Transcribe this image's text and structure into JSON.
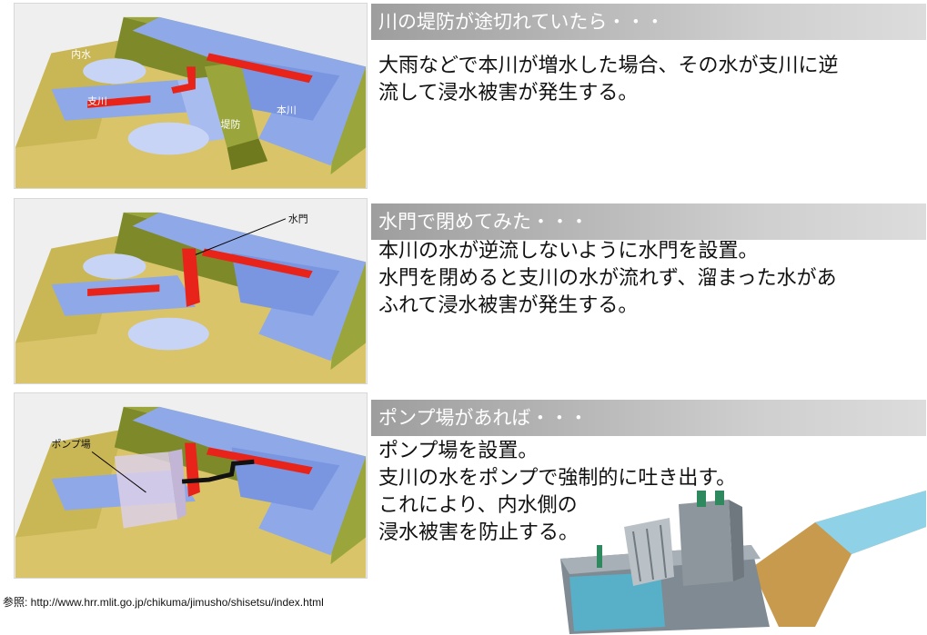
{
  "panels": [
    {
      "heading": "川の堤防が途切れていたら・・・",
      "lines": [
        "大雨などで本川が増水した場合、その水が支川に逆",
        "流して浸水被害が発生する。"
      ],
      "labels": {
        "inner": "内水",
        "tributary": "支川",
        "levee": "堤防",
        "main": "本川"
      }
    },
    {
      "heading": "水門で閉めてみた・・・",
      "lines": [
        "本川の水が逆流しないように水門を設置。",
        "水門を閉めると支川の水が流れず、溜まった水があ",
        "ふれて浸水被害が発生する。"
      ],
      "labels": {
        "gate": "水門"
      }
    },
    {
      "heading": "ポンプ場があれば・・・",
      "lines": [
        "ポンプ場を設置。",
        "支川の水をポンプで強制的に吐き出す。",
        "これにより、内水側の",
        "浸水被害を防止する。"
      ],
      "labels": {
        "pump": "ポンプ場"
      }
    }
  ],
  "reference": "参照: http://www.hrr.mlit.go.jp/chikuma/jimusho/shisetsu/index.html",
  "colors": {
    "levee_top": "#9aa63c",
    "levee_side": "#6f7a1f",
    "water": "#8fa8e8",
    "water_light": "#c7d4f5",
    "ground": "#d9c46a",
    "arrow": "#e8241a",
    "panel_bg": "#efefef"
  }
}
